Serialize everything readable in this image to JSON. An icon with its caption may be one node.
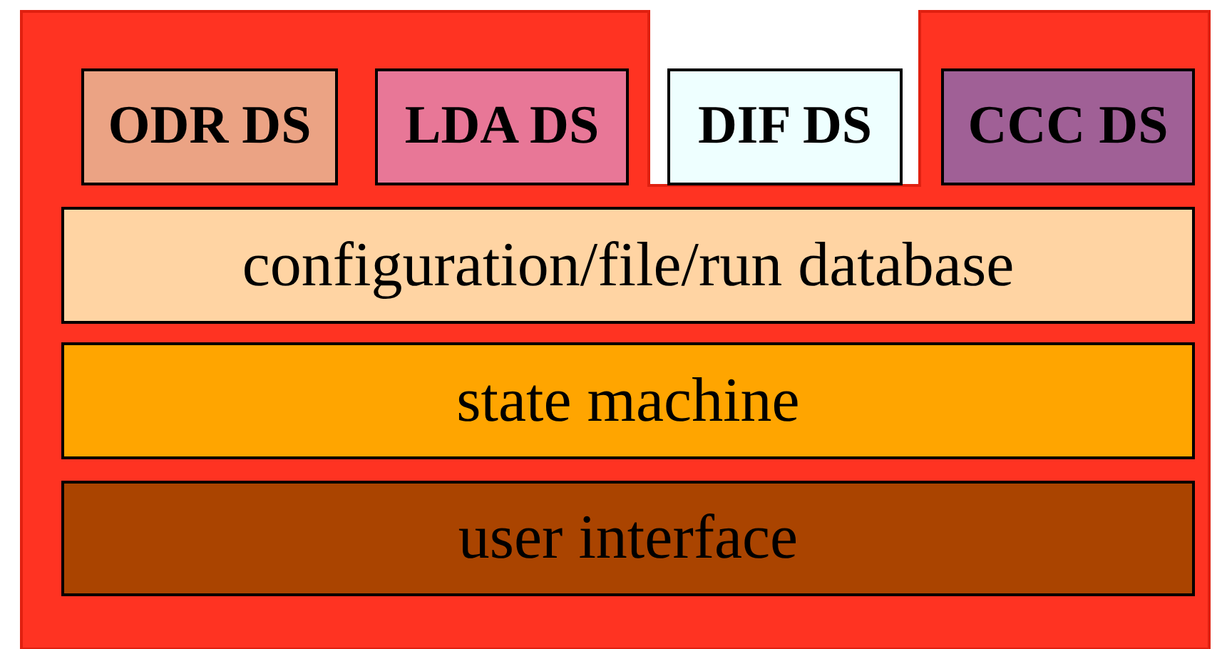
{
  "diagram": {
    "nodes": [
      {
        "text": [
          "ODR DS"
        ]
      },
      {
        "text": [
          "LDA DS"
        ]
      },
      {
        "text": [
          "DIF DS"
        ]
      },
      {
        "text": [
          "CCC DS"
        ]
      },
      {
        "text": [
          "configuration/file/run database"
        ]
      },
      {
        "text": [
          "state machine"
        ]
      },
      {
        "text": [
          "user interface"
        ]
      }
    ]
  }
}
